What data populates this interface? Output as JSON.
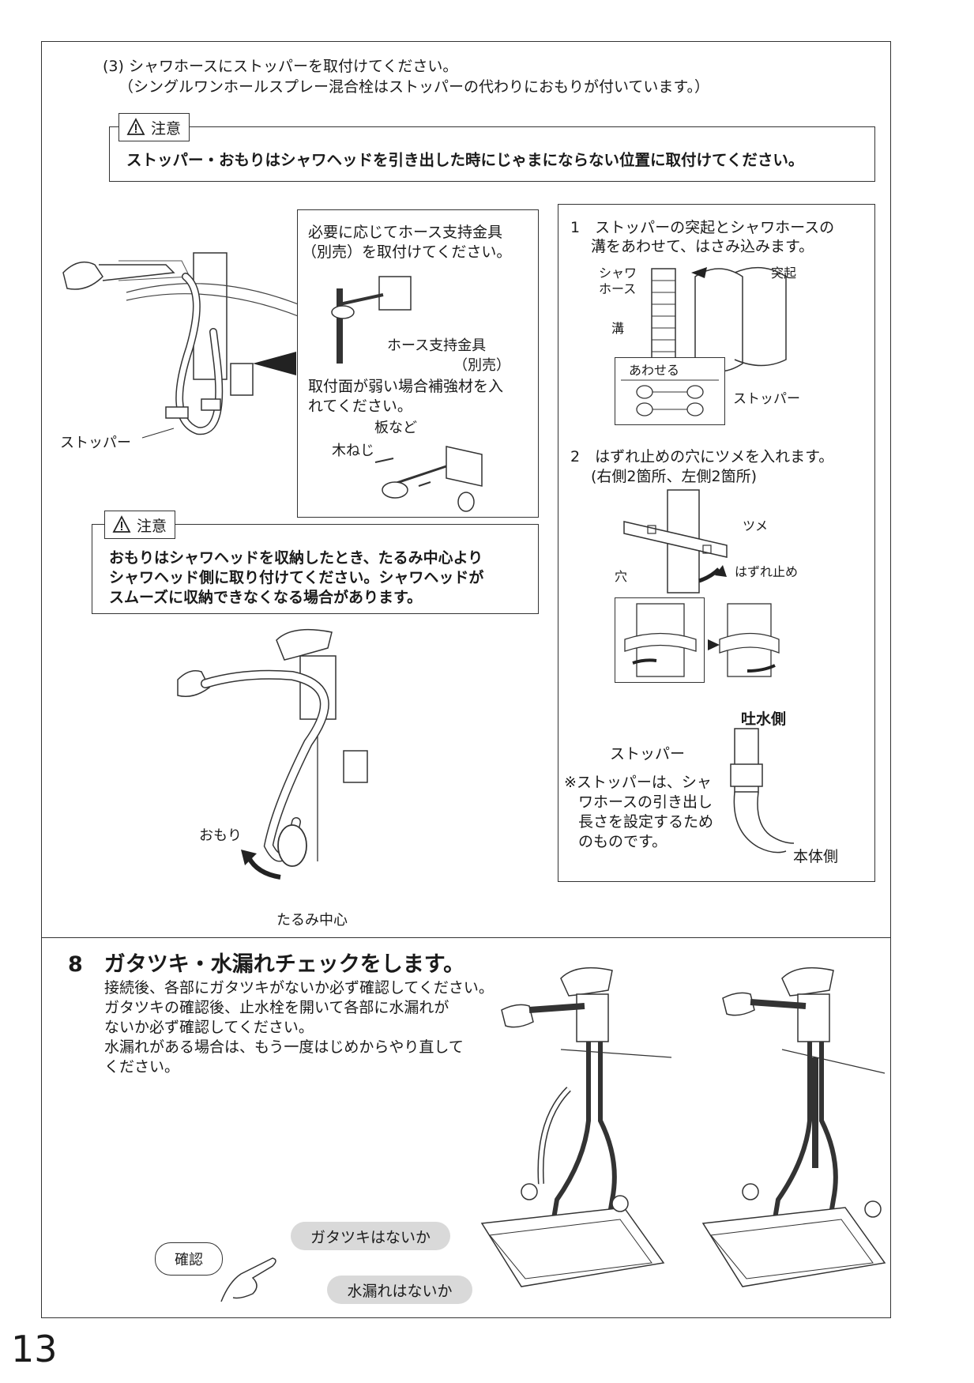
{
  "page_number": "13",
  "section3": {
    "line1": "(3) シャワホースにストッパーを取付けてください。",
    "line2": "（シングルワンホールスプレー混合栓はストッパーの代わりにおもりが付いています。）"
  },
  "caution1": {
    "label": "注意",
    "text": "ストッパー・おもりはシャワヘッドを引き出した時にじゃまにならない位置に取付けてください。"
  },
  "left_fig": {
    "stopper_label": "ストッパー"
  },
  "support_box": {
    "line1": "必要に応じてホース支持金具",
    "line2": "（別売）を取付けてください。",
    "bracket_label_1": "ホース支持金具",
    "bracket_label_2": "（別売）",
    "note_1": "取付面が弱い場合補強材を入",
    "note_2": "れてください。",
    "plate_label": "板など",
    "screw_label": "木ねじ"
  },
  "caution2": {
    "label": "注意",
    "line1": "おもりはシャワヘッドを収納したとき、たるみ中心より",
    "line2": "シャワヘッド側に取り付けてください。シャワヘッドが",
    "line3": "スムーズに収納できなくなる場合があります。"
  },
  "weight_fig": {
    "weight_label": "おもり",
    "slack_label": "たるみ中心"
  },
  "right_box": {
    "step1_line1": "1　ストッパーの突起とシャワホースの",
    "step1_line2": "溝をあわせて、はさみ込みます。",
    "shower_label_1": "シャワ",
    "shower_label_2": "ホース",
    "protrusion_label": "突起",
    "groove_label": "溝",
    "align_label": "あわせる",
    "stopper_label": "ストッパー",
    "step2_line1": "2　はずれ止めの穴にツメを入れます。",
    "step2_line2": "(右側2箇所、左側2箇所)",
    "claw_label": "ツメ",
    "hole_label": "穴",
    "catch_label": "はずれ止め",
    "outlet_label": "吐水側",
    "stopper_label_2": "ストッパー",
    "note_1": "※ストッパーは、シャ",
    "note_2": "ワホースの引き出し",
    "note_3": "長さを設定するため",
    "note_4": "のものです。",
    "body_label": "本体側"
  },
  "section8": {
    "heading": "8　ガタツキ・水漏れチェックをします。",
    "line1": "接続後、各部にガタツキがないか必ず確認してください。",
    "line2": "ガタツキの確認後、止水栓を開いて各部に水漏れが",
    "line3": "ないか必ず確認してください。",
    "line4": "水漏れがある場合は、もう一度はじめからやり直して",
    "line5": "ください。",
    "confirm_label": "確認",
    "check1": "ガタツキはないか",
    "check2": "水漏れはないか"
  }
}
